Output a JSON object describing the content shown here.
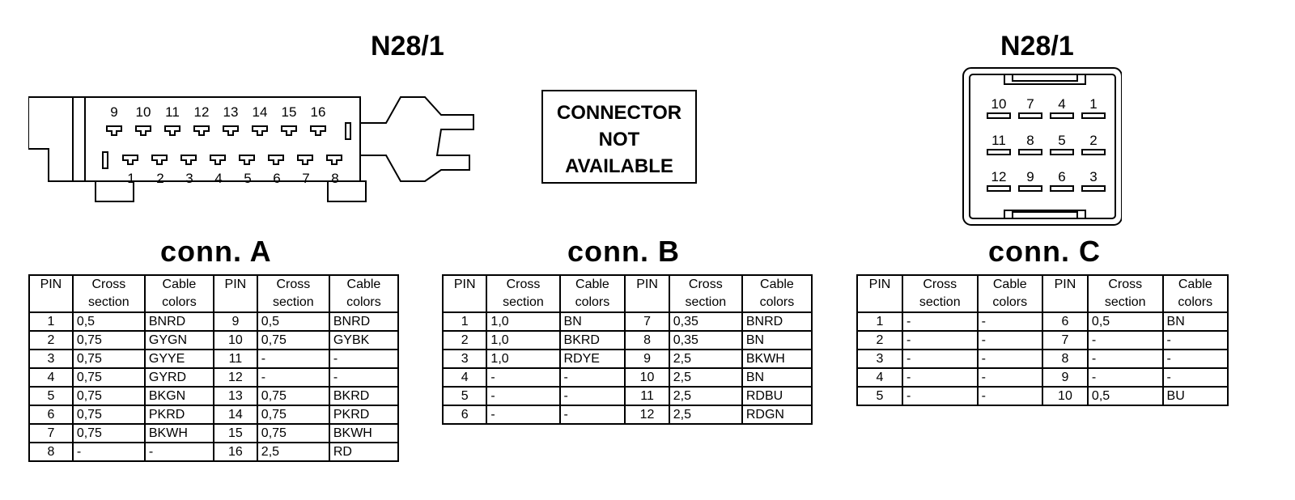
{
  "connA": {
    "header": "N28/1",
    "title": "conn. A",
    "top_pins": [
      "9",
      "10",
      "11",
      "12",
      "13",
      "14",
      "15",
      "16"
    ],
    "bottom_pins": [
      "1",
      "2",
      "3",
      "4",
      "5",
      "6",
      "7",
      "8"
    ]
  },
  "connB": {
    "title": "conn. B",
    "notice": [
      "CONNECTOR",
      "NOT",
      "AVAILABLE"
    ]
  },
  "connC": {
    "header": "N28/1",
    "title": "conn. C",
    "pin_rows": [
      [
        "10",
        "7",
        "4",
        "1"
      ],
      [
        "11",
        "8",
        "5",
        "2"
      ],
      [
        "12",
        "9",
        "6",
        "3"
      ]
    ]
  },
  "table_headers": {
    "pin": "PIN",
    "cross_line1": "Cross",
    "cross_line2": "section",
    "cable_line1": "Cable",
    "cable_line2": "colors"
  },
  "tableA_rows": [
    [
      "1",
      "0,5",
      "BNRD",
      "9",
      "0,5",
      "BNRD"
    ],
    [
      "2",
      "0,75",
      "GYGN",
      "10",
      "0,75",
      "GYBK"
    ],
    [
      "3",
      "0,75",
      "GYYE",
      "11",
      "-",
      "-"
    ],
    [
      "4",
      "0,75",
      "GYRD",
      "12",
      "-",
      "-"
    ],
    [
      "5",
      "0,75",
      "BKGN",
      "13",
      "0,75",
      "BKRD"
    ],
    [
      "6",
      "0,75",
      "PKRD",
      "14",
      "0,75",
      "PKRD"
    ],
    [
      "7",
      "0,75",
      "BKWH",
      "15",
      "0,75",
      "BKWH"
    ],
    [
      "8",
      "-",
      "-",
      "16",
      "2,5",
      "RD"
    ]
  ],
  "tableB_rows": [
    [
      "1",
      "1,0",
      "BN",
      "7",
      "0,35",
      "BNRD"
    ],
    [
      "2",
      "1,0",
      "BKRD",
      "8",
      "0,35",
      "BN"
    ],
    [
      "3",
      "1,0",
      "RDYE",
      "9",
      "2,5",
      "BKWH"
    ],
    [
      "4",
      "-",
      "-",
      "10",
      "2,5",
      "BN"
    ],
    [
      "5",
      "-",
      "-",
      "11",
      "2,5",
      "RDBU"
    ],
    [
      "6",
      "-",
      "-",
      "12",
      "2,5",
      "RDGN"
    ]
  ],
  "tableC_rows": [
    [
      "1",
      "-",
      "-",
      "6",
      "0,5",
      "BN"
    ],
    [
      "2",
      "-",
      "-",
      "7",
      "-",
      "-"
    ],
    [
      "3",
      "-",
      "-",
      "8",
      "-",
      "-"
    ],
    [
      "4",
      "-",
      "-",
      "9",
      "-",
      "-"
    ],
    [
      "5",
      "-",
      "-",
      "10",
      "0,5",
      "BU"
    ]
  ]
}
